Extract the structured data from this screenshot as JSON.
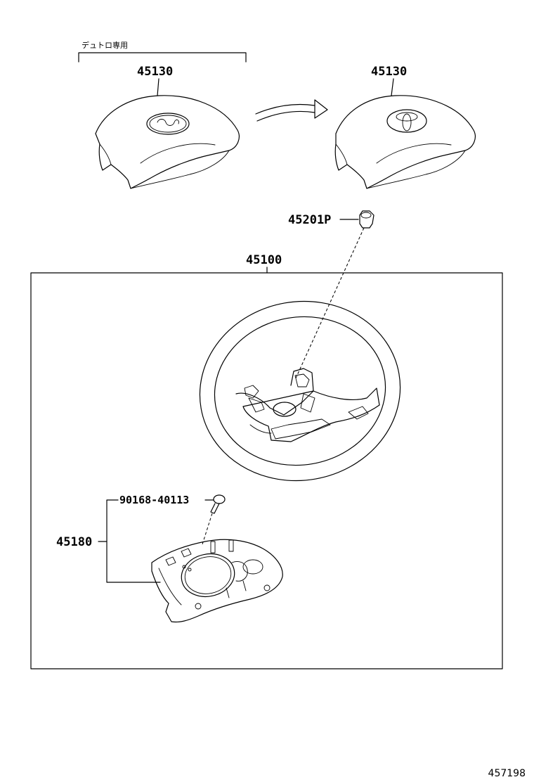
{
  "note": "デュトロ専用",
  "parts": {
    "cover_left": "45130",
    "cover_right": "45130",
    "clip": "45201P",
    "wheel_assy": "45100",
    "screw": "90168-40113",
    "lower_cover": "45180"
  },
  "figure_id": "457198"
}
